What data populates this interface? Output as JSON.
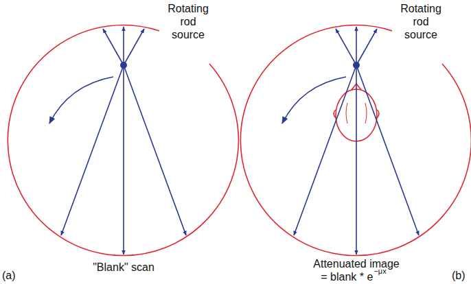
{
  "diagram": {
    "labels": [
      "Rotating rod source",
      "Rotating rod source",
      "\"Blank\" scan",
      "Attenuated image",
      "= blank * e",
      "−μx",
      "(a)",
      "(b)"
    ]
  }
}
